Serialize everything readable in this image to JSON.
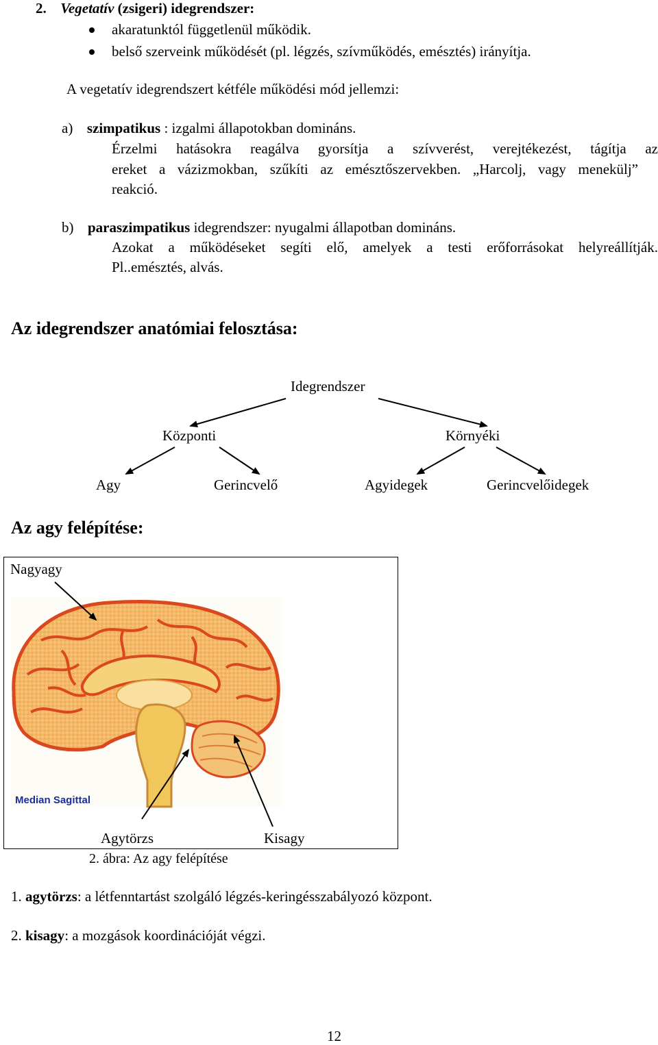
{
  "section2": {
    "number": "2.",
    "title_italic": "Vegetatív",
    "title_rest": "(zsigeri) idegrendszer:",
    "bullets": [
      "akaratunktól függetlenül működik.",
      "belső szerveink működését (pl. légzés, szívműködés, emésztés) irányítja."
    ],
    "intro": "A vegetatív idegrendszert kétféle működési mód jellemzi:",
    "items": [
      {
        "marker": "a)",
        "term": "szimpatikus",
        "after_term": " : izgalmi állapotokban domináns.",
        "lines": [
          "Érzelmi hatásokra reagálva gyorsítja a szívverést, verejtékezést, tágítja az",
          "ereket a vázizmokban, szűkíti az emésztőszervekben. „Harcolj, vagy menekülj”",
          "reakció."
        ]
      },
      {
        "marker": "b)",
        "term": "paraszimpatikus",
        "after_term": " idegrendszer: nyugalmi állapotban domináns.",
        "lines": [
          "Azokat a működéseket segíti elő, amelyek a testi erőforrásokat helyreállítják.",
          "Pl..emésztés, alvás."
        ]
      }
    ]
  },
  "anatomy": {
    "heading": "Az idegrendszer anatómiai felosztása:",
    "tree": {
      "root": "Idegrendszer",
      "level1": [
        "Központi",
        "Környéki"
      ],
      "level2": [
        "Agy",
        "Gerincvelő",
        "Agyidegek",
        "Gerincvelőidegek"
      ]
    }
  },
  "brain": {
    "heading": "Az agy felépítése:",
    "labels": {
      "cerebrum": "Nagyagy",
      "brainstem": "Agytörzs",
      "cerebellum": "Kisagy"
    },
    "image_caption": "Median Sagittal",
    "figure_caption": "2. ábra: Az agy felépítése",
    "colors": {
      "cortex": "#d9481e",
      "cortex_fill": "#f3b45f",
      "inner": "#f6d27a",
      "stem": "#f1c65a",
      "caption_blue": "#1b2f9c"
    }
  },
  "facts": [
    {
      "number": "1.",
      "term": "agytörzs",
      "text": ": a létfenntartást szolgáló légzés-keringésszabályozó központ."
    },
    {
      "number": "2.",
      "term": "kisagy",
      "text": ": a mozgások koordinációját végzi."
    }
  ],
  "page_number": "12"
}
